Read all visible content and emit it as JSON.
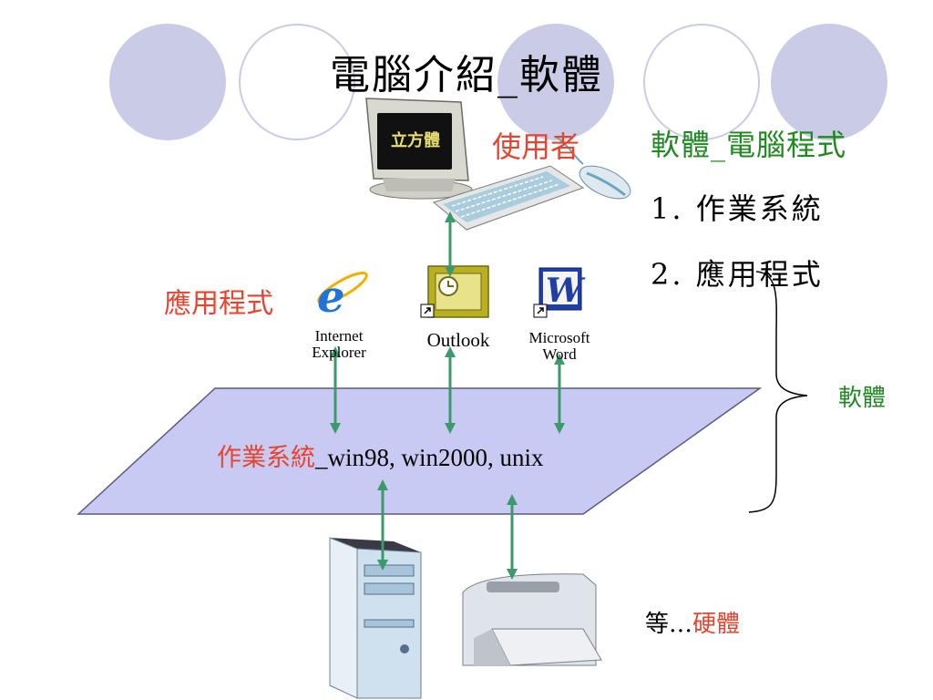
{
  "slide": {
    "title": "電腦介紹_軟體",
    "user_label": "使用者",
    "app_label": "應用程式",
    "monitor_screen_text": "立方體",
    "software_list": {
      "heading": "軟體_電腦程式",
      "items": [
        "1. 作業系統",
        "2. 應用程式"
      ]
    },
    "brace_label": "軟體",
    "os_label": {
      "prefix": "作業系統",
      "suffix": "_win98, win2000, unix"
    },
    "apps": [
      {
        "line1": "Internet",
        "line2": "Explorer",
        "icon": "internet-explorer-icon"
      },
      {
        "line1": "Outlook",
        "line2": "",
        "icon": "outlook-icon"
      },
      {
        "line1": "Microsoft",
        "line2": "Word",
        "icon": "word-icon",
        "glyph": "W"
      }
    ],
    "hardware_label": {
      "prefix": "等…",
      "suffix": "硬體"
    }
  },
  "colors": {
    "decor_filled": "#c9cbe7",
    "decor_outline": "#c9cbe7",
    "arrow": "#3a9a6a",
    "plane_fill": "#c9caf3",
    "red_text": "#e8432e",
    "green_text": "#1f8a1f"
  }
}
